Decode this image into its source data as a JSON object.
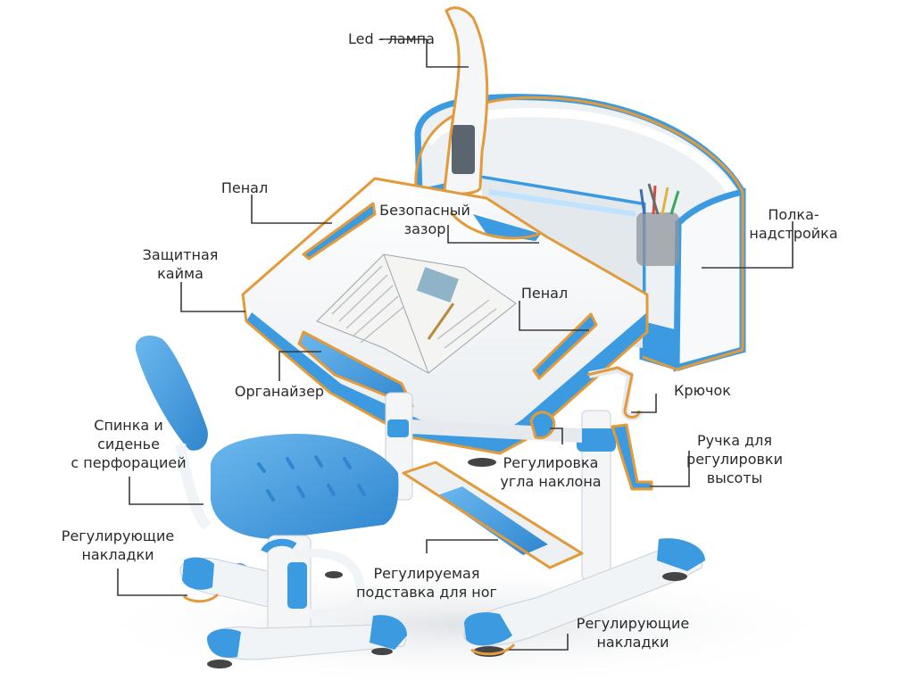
{
  "labels": {
    "led_lamp": "Led - лампа",
    "pencil_case_left": "Пенал",
    "safe_gap_1": "Безопасный",
    "safe_gap_2": "зазор",
    "shelf_1": "Полка-",
    "shelf_2": "надстройка",
    "protective_edge_1": "Защитная",
    "protective_edge_2": "кайма",
    "pencil_case_right": "Пенал",
    "organizer": "Органайзер",
    "hook": "Крючок",
    "backrest_1": "Спинка и",
    "backrest_2": "сиденье",
    "backrest_3": "с перфорацией",
    "tilt_1": "Регулировка",
    "tilt_2": "угла наклона",
    "height_knob_1": "Ручка для",
    "height_knob_2": "регулировки",
    "height_knob_3": "высоты",
    "pads_left_1": "Регулирующие",
    "pads_left_2": "накладки",
    "footrest_1": "Регулируемая",
    "footrest_2": "подставка для ног",
    "pads_right_1": "Регулирующие",
    "pads_right_2": "накладки"
  },
  "colors": {
    "accent_orange": "#e39a3a",
    "furniture_blue": "#3c9be0",
    "furniture_white": "#f4f6f8",
    "leader_line": "#3a3a3a",
    "text": "#2a2a2a"
  }
}
